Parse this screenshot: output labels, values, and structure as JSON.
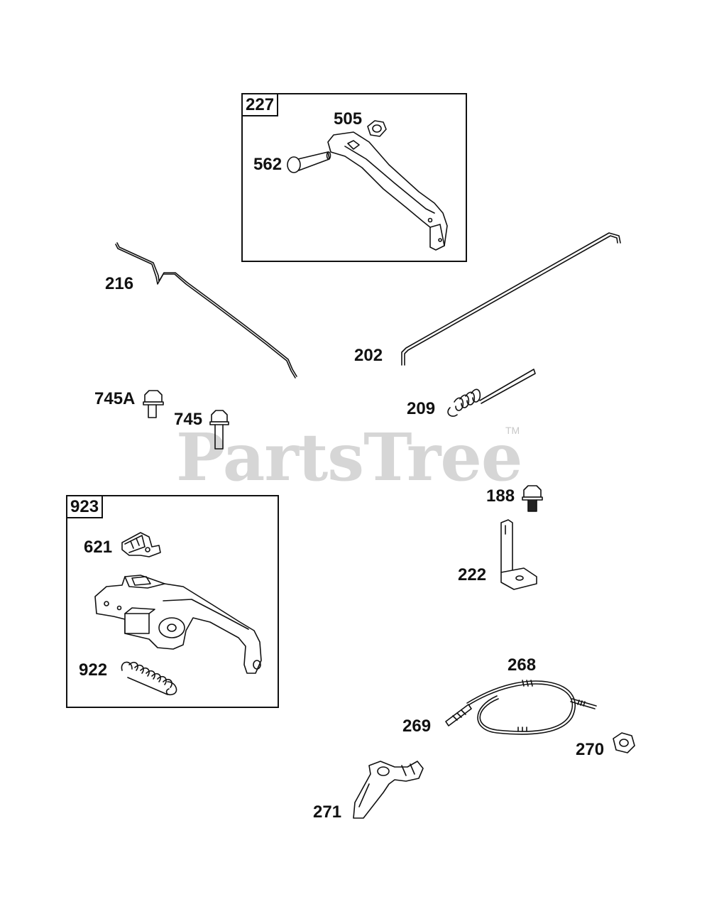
{
  "watermark": {
    "text": "PartsTree",
    "tm": "TM"
  },
  "kits": [
    {
      "id": "kit-227",
      "number": "227"
    },
    {
      "id": "kit-923",
      "number": "923"
    }
  ],
  "callouts": {
    "p505": "505",
    "p562": "562",
    "p216": "216",
    "p202": "202",
    "p745a": "745A",
    "p745": "745",
    "p209": "209",
    "p188": "188",
    "p621": "621",
    "p222": "222",
    "p922": "922",
    "p268": "268",
    "p269": "269",
    "p270": "270",
    "p271": "271"
  }
}
